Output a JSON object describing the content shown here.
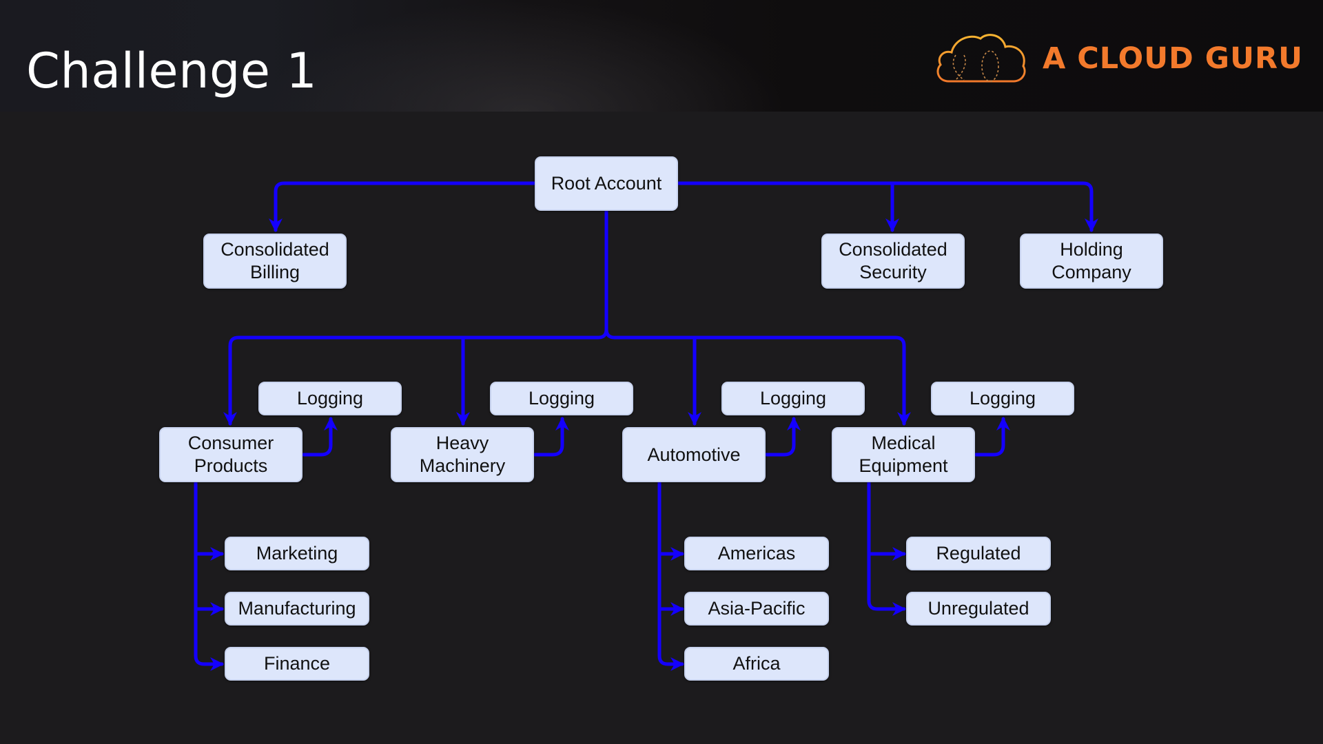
{
  "slide": {
    "title": "Challenge 1",
    "brand": {
      "name": "A CLOUD GURU",
      "color": "#f37a2c",
      "icon": "cloud-logo-icon"
    }
  },
  "diagram": {
    "edge_color": "#1400ff",
    "node_fill": "#dde6fb",
    "nodes": {
      "root": "Root Account",
      "consolidated_billing": "Consolidated\nBilling",
      "consolidated_security": "Consolidated\nSecurity",
      "holding_company": "Holding\nCompany",
      "consumer_products": "Consumer\nProducts",
      "heavy_machinery": "Heavy\nMachinery",
      "automotive": "Automotive",
      "medical_equipment": "Medical\nEquipment",
      "logging_consumer": "Logging",
      "logging_heavy": "Logging",
      "logging_automotive": "Logging",
      "logging_medical": "Logging",
      "marketing": "Marketing",
      "manufacturing": "Manufacturing",
      "finance": "Finance",
      "americas": "Americas",
      "asia_pacific": "Asia-Pacific",
      "africa": "Africa",
      "regulated": "Regulated",
      "unregulated": "Unregulated"
    },
    "edges": [
      [
        "root",
        "consolidated_billing"
      ],
      [
        "root",
        "consolidated_security"
      ],
      [
        "root",
        "holding_company"
      ],
      [
        "root",
        "consumer_products"
      ],
      [
        "root",
        "heavy_machinery"
      ],
      [
        "root",
        "automotive"
      ],
      [
        "root",
        "medical_equipment"
      ],
      [
        "consumer_products",
        "logging_consumer"
      ],
      [
        "heavy_machinery",
        "logging_heavy"
      ],
      [
        "automotive",
        "logging_automotive"
      ],
      [
        "medical_equipment",
        "logging_medical"
      ],
      [
        "consumer_products",
        "marketing"
      ],
      [
        "consumer_products",
        "manufacturing"
      ],
      [
        "consumer_products",
        "finance"
      ],
      [
        "automotive",
        "americas"
      ],
      [
        "automotive",
        "asia_pacific"
      ],
      [
        "automotive",
        "africa"
      ],
      [
        "medical_equipment",
        "regulated"
      ],
      [
        "medical_equipment",
        "unregulated"
      ]
    ]
  }
}
